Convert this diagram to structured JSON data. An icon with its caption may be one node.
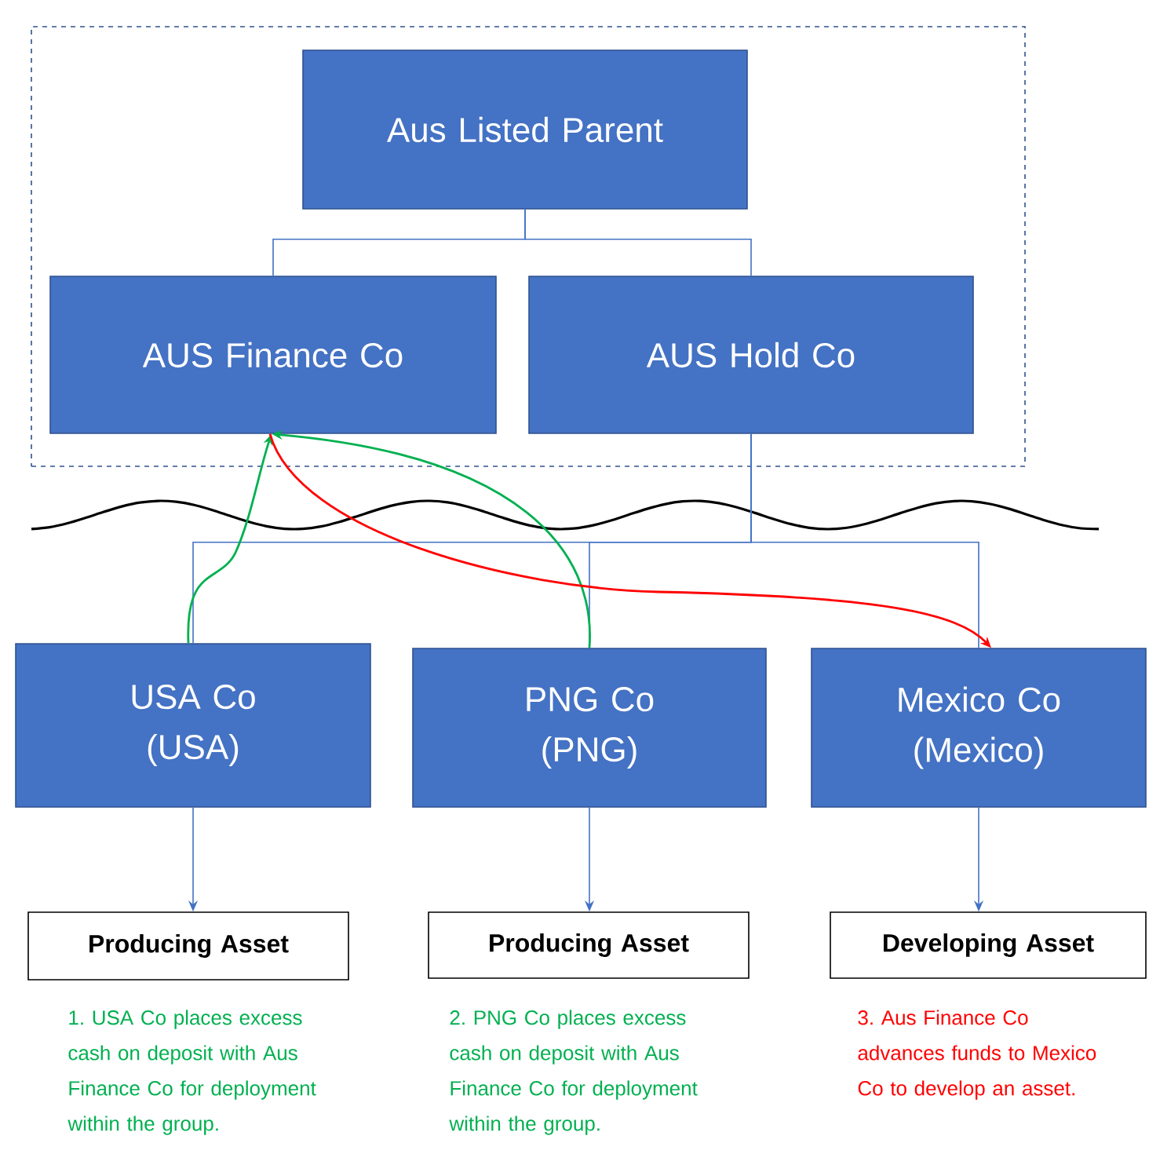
{
  "diagram": {
    "nodes": [
      {
        "text": [],
        "shape": "box"
      },
      {
        "text": [
          "Aus Listed Parent"
        ],
        "in": 0
      },
      {
        "text": [
          "AUS Finance Co"
        ],
        "in": 0
      },
      {
        "text": [
          "AUS Hold Co"
        ],
        "in": 0
      },
      {
        "text": [
          "USA Co (USA)"
        ]
      },
      {
        "text": [
          "PNG Co (PNG)"
        ]
      },
      {
        "text": [
          "Mexico Co (Mexico)"
        ]
      },
      {
        "text": [
          "Producing Asset"
        ],
        "beside": [
          "1. USA Co places excess cash on deposit with Aus Finance Co for deployment within the group."
        ]
      },
      {
        "text": [
          "Producing Asset"
        ],
        "beside": [
          "2. PNG Co places excess cash on deposit with Aus Finance Co for deployment within the group."
        ]
      },
      {
        "text": [
          "Developing Asset"
        ],
        "beside": [
          "3. Aus Finance Co advances funds to Mexico Co to develop an asset."
        ]
      }
    ],
    "edges": [
      {
        "from": 1,
        "to": 2,
        "arrow": "none"
      },
      {
        "from": 1,
        "to": 3,
        "arrow": "none"
      },
      {
        "from": 3,
        "to": 4,
        "arrow": "none"
      },
      {
        "from": 3,
        "to": 5,
        "arrow": "none"
      },
      {
        "from": 3,
        "to": 6,
        "arrow": "none"
      },
      {
        "from": 4,
        "to": 7,
        "arrow": "to"
      },
      {
        "from": 5,
        "to": 8,
        "arrow": "to"
      },
      {
        "from": 6,
        "to": 9,
        "arrow": "to"
      },
      {
        "from": 4,
        "to": 2,
        "arrow": "to",
        "color": "#00b050"
      },
      {
        "from": 5,
        "to": 2,
        "arrow": "to",
        "color": "#00b050"
      },
      {
        "from": 2,
        "to": 6,
        "arrow": "to",
        "color": "#ff0000"
      }
    ]
  }
}
